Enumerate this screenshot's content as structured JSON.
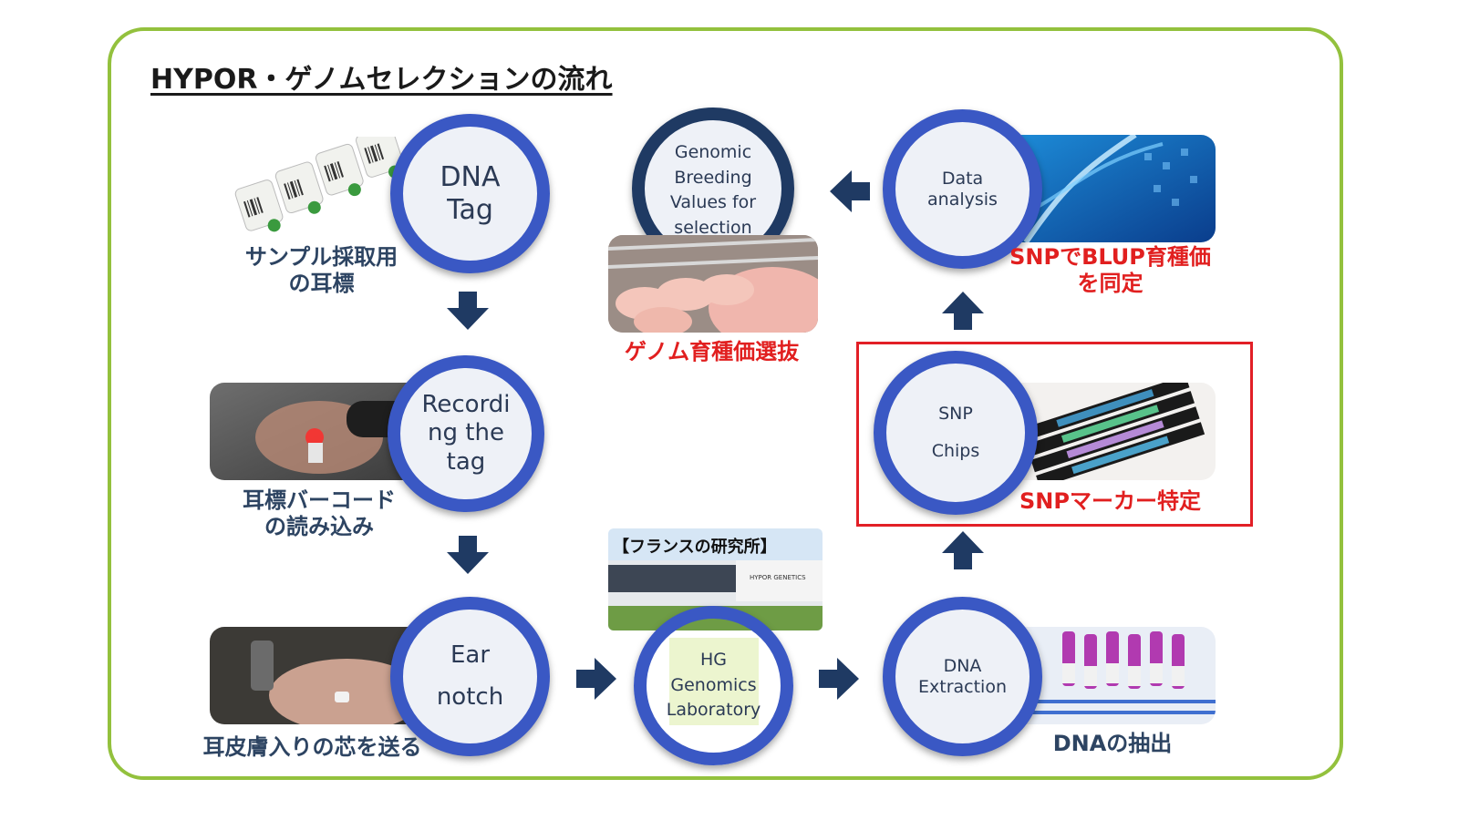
{
  "title": "HYPOR・ゲノムセレクションの流れ",
  "nodes": {
    "dna_tag": "DNA\nTag",
    "recording": "Recordi\nng the\ntag",
    "ear_notch": "Ear\nnotch",
    "hg_lab": "HG\nGenomics\nLaboratory",
    "dna_extraction": "DNA\nExtraction",
    "snp_chips": "SNP\n\nChips",
    "data_analysis": "Data\nanalysis",
    "gebv": "Genomic\nBreeding\nValues for\nselection"
  },
  "captions": {
    "dna_tag": "サンプル採取用\nの耳標",
    "recording": "耳標バーコード\nの読み込み",
    "ear_notch": "耳皮膚入りの芯を送る",
    "dna_extraction": "DNAの抽出",
    "snp_chips": "SNPマーカー特定",
    "data_analysis": "SNPでBLUP育種価\nを同定",
    "gebv": "ゲノム育種価選抜"
  },
  "lab_label": "【フランスの研究所】",
  "building_sign": "HYPOR GENETICS",
  "colors": {
    "frame": "#93c13d",
    "node_ring_blue": "#3a58c4",
    "node_ring_navy": "#1f3a63",
    "arrow": "#1f3a63",
    "caption_dark": "#2d4462",
    "caption_red": "#e11f1f",
    "highlight_box": "#e21f26"
  }
}
